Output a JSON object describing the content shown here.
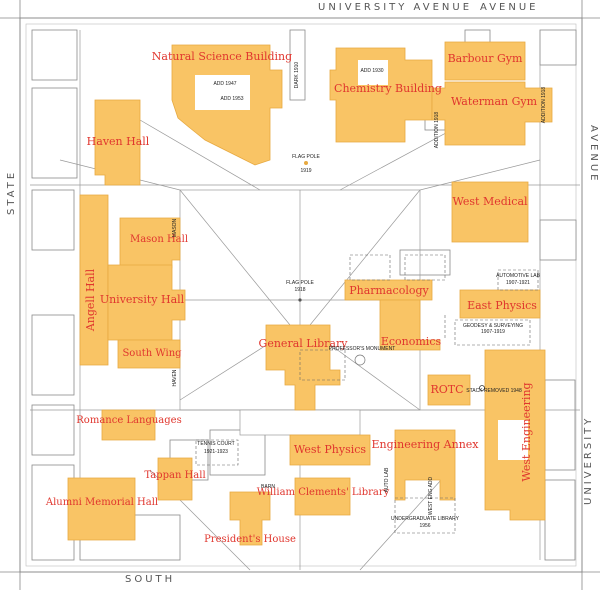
{
  "streets": {
    "north": "UNIVERSITY AVENUE",
    "north_east": "AVENUE",
    "east_top": "AVENUE",
    "east_bottom": "UNIVERSITY",
    "west": "STATE",
    "south": "SOUTH"
  },
  "buildings": {
    "natural_science": "Natural Science Building",
    "chemistry": "Chemistry Building",
    "barbour": "Barbour Gym",
    "waterman": "Waterman Gym",
    "haven": "Haven Hall",
    "mason": "Mason Hall",
    "angell": "Angell Hall",
    "university_hall": "University Hall",
    "south_wing": "South Wing",
    "west_medical": "West Medical",
    "pharmacology": "Pharmacology",
    "economics": "Economics",
    "east_physics": "East Physics",
    "general_library": "General Library",
    "romance": "Romance Languages",
    "rotc": "ROTC",
    "engineering_annex": "Engineering Annex",
    "west_engineering": "West Engineering",
    "west_physics": "West Physics",
    "tappan": "Tappan Hall",
    "alumni": "Alumni Memorial Hall",
    "presidents": "President's House",
    "clements": "William Clements' Library"
  },
  "small_labels": {
    "add_1947": "ADD 1947",
    "add_1953": "ADD 1953",
    "dark": "DARK 1910",
    "add_1930": "ADD 1930",
    "addition_1918": "ADDITION 1918",
    "flag_pole_top": "FLAG POLE",
    "flag_pole_top_year": "1919",
    "flag_pole_center": "FLAG POLE",
    "flag_pole_center_year": "1918",
    "mason_small": "MASON",
    "haven_small": "HAVEN",
    "automotive_lab": "AUTOMOTIVE LAB",
    "automotive_lab_years": "1907-1921",
    "geodesy": "GEODESY & SURVEYING",
    "geodesy_years": "1907-1919",
    "professors": "PROFESSOR'S MONUMENT",
    "stack_removed": "STACK REMOVED 1948",
    "tennis_court": "TENNIS COURT",
    "tennis_court_years": "1921-1923",
    "barn": "BARN",
    "auto_lab_tag": "AUTO LAB",
    "undergrad_library": "UNDERGRADUATE LIBRARY",
    "undergrad_library_year": "1956",
    "west_eng_add": "WEST ENG ADD"
  },
  "colors": {
    "building": "#f9c465",
    "label": "#e0362e",
    "road": "#8a8a8a"
  }
}
